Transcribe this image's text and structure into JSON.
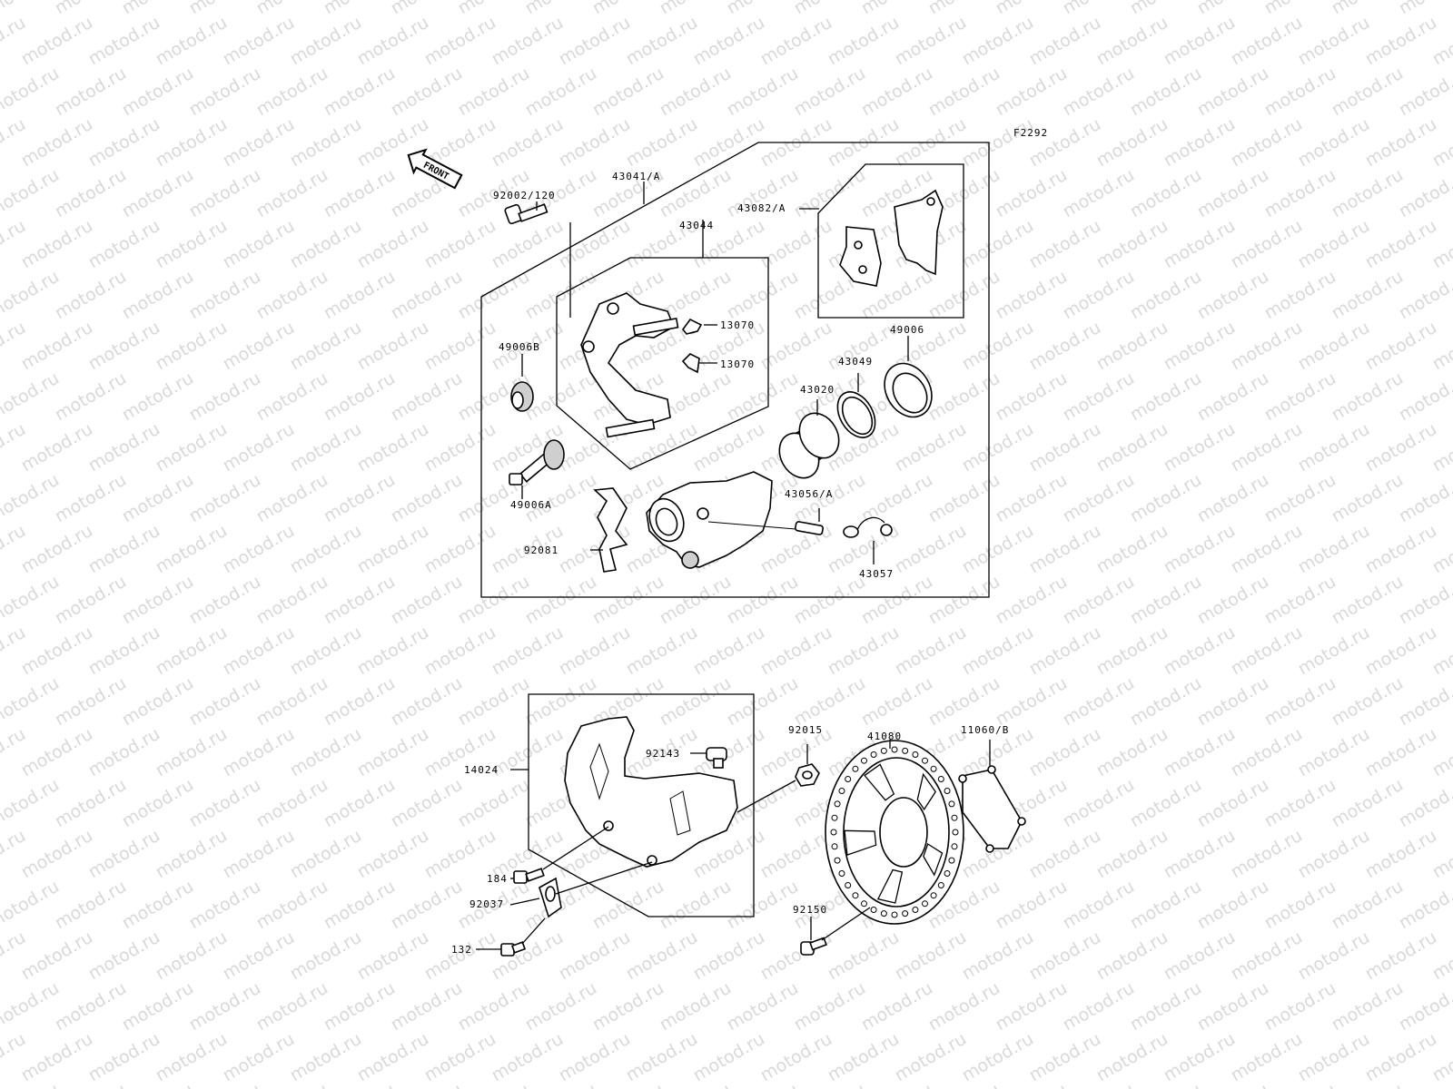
{
  "watermark": "motod.ru",
  "figure_code": "F2292",
  "front_label": "FRONT",
  "labels": {
    "p92002": "92002/120",
    "p43041": "43041/A",
    "p43082": "43082/A",
    "p43044": "43044",
    "p13070a": "13070",
    "p13070b": "13070",
    "p49006b": "49006B",
    "p49006": "49006",
    "p43049": "43049",
    "p43020": "43020",
    "p49006a": "49006A",
    "p43056": "43056/A",
    "p92081": "92081",
    "p43057": "43057",
    "p92015": "92015",
    "p41080": "41080",
    "p11060": "11060/B",
    "p92143": "92143",
    "p14024": "14024",
    "p184": "184",
    "p92037": "92037",
    "p132": "132",
    "p92150": "92150"
  }
}
